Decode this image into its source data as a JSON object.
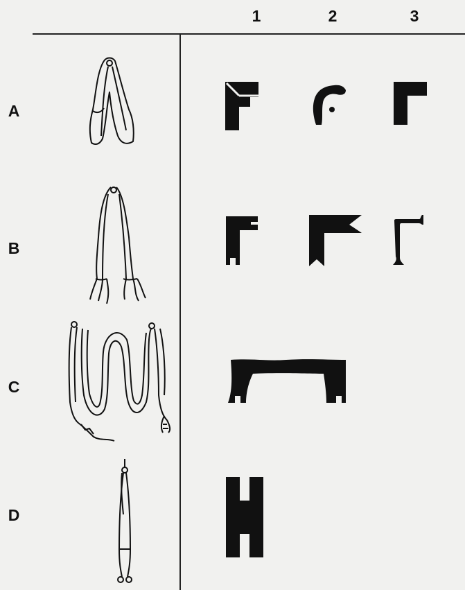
{
  "columns": [
    "1",
    "2",
    "3"
  ],
  "rows": [
    "A",
    "B",
    "C",
    "D"
  ],
  "colors": {
    "ink": "#111111",
    "paper": "#f1f1ef"
  }
}
